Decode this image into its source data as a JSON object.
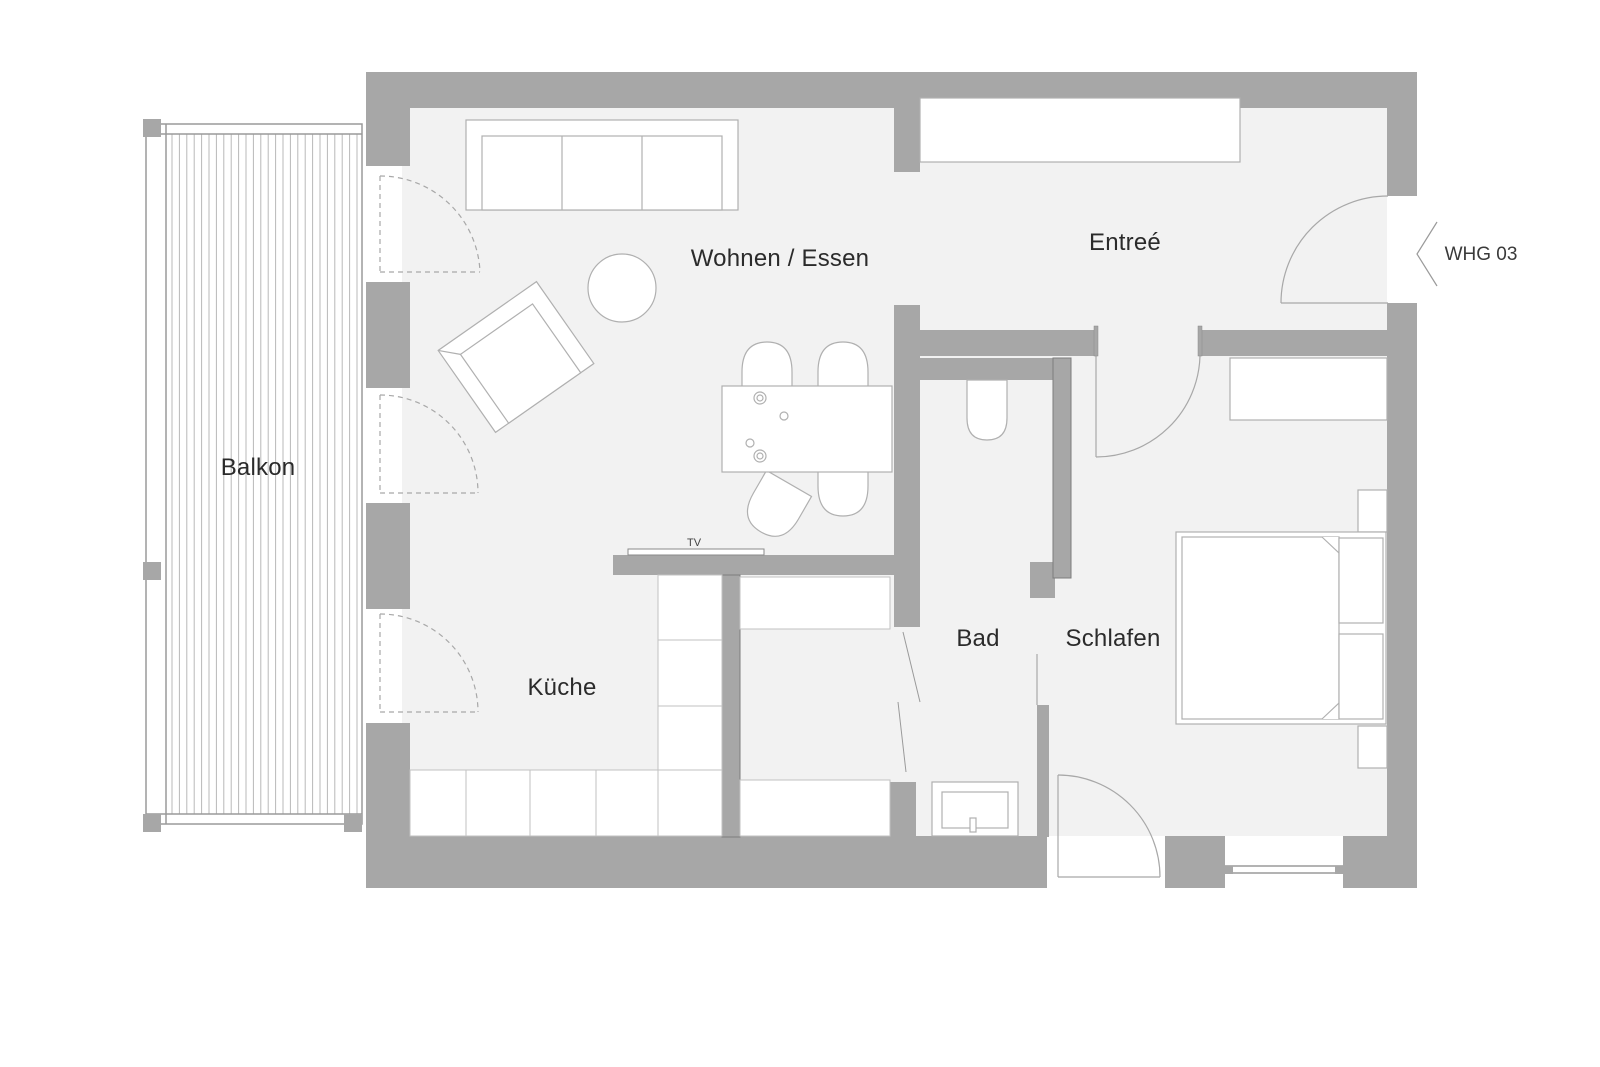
{
  "plan": {
    "unit_label": "WHG 03",
    "rooms": {
      "balkon": "Balkon",
      "wohnen": "Wohnen / Essen",
      "entree": "Entreé",
      "bad": "Bad",
      "schlafen": "Schlafen",
      "kueche": "Küche"
    },
    "tv_label": "TV",
    "colors": {
      "wall": "#a7a7a7",
      "wall_stroke": "#8f8f8f",
      "floor": "#f2f2f2",
      "furniture": "#ffffff",
      "line": "#9a9a9a",
      "background": "#ffffff"
    }
  }
}
